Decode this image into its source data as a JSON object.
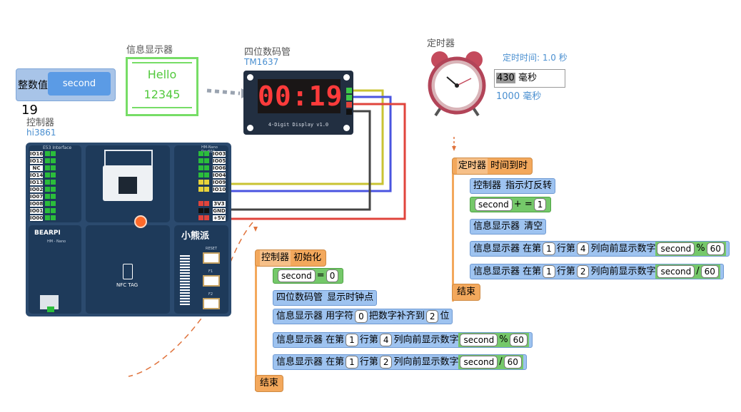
{
  "variable": {
    "label": "整数值",
    "name": "second",
    "value": "19"
  },
  "info_display": {
    "title": "信息显示器",
    "line1": "Hello",
    "line2": "12345"
  },
  "seven_seg": {
    "title": "四位数码管",
    "model": "TM1637",
    "digits": "00:19",
    "silk": "4-Digit Display      v1.0"
  },
  "timer": {
    "title": "定时器",
    "interval_label": "定时时间: 1.0 秒",
    "input_value": "430",
    "input_unit": "毫秒",
    "option": "1000 毫秒"
  },
  "controller": {
    "title": "控制器",
    "model": "hi3861",
    "header_title": "E53 Interface",
    "header_right": "HM-Nano Rev602",
    "left_pins": [
      "IO16",
      "IO12",
      "NC",
      "IO14",
      "IO13",
      "IO02",
      "IO07",
      "IO08",
      "IO01",
      "IO00"
    ],
    "right_pins": [
      "IO03",
      "IO05",
      "IO06",
      "IO04",
      "IO09",
      "IO10",
      "3V3",
      "GND",
      "+5V"
    ],
    "brand": "BEARPI",
    "sub_brand": "HM - Nano",
    "nfc_label": "NFC TAG",
    "cn_brand": "小熊派",
    "reset": "RESET",
    "f1": "F1",
    "f2": "F2"
  },
  "timer_script": {
    "hat": "定时器",
    "event": "时间到时",
    "blocks": [
      {
        "dev": "控制器",
        "action": "指示灯反转"
      },
      {
        "var": "second",
        "op": "+ =",
        "val": "1"
      },
      {
        "dev": "信息显示器",
        "action": "清空"
      },
      {
        "dev": "信息显示器",
        "at": "在第",
        "row": "1",
        "row_l": "行第",
        "col": "4",
        "col_l": "列向前显示数字",
        "var": "second",
        "op": "%",
        "val": "60"
      },
      {
        "dev": "信息显示器",
        "at": "在第",
        "row": "1",
        "row_l": "行第",
        "col": "2",
        "col_l": "列向前显示数字",
        "var": "second",
        "op": "/",
        "val": "60"
      }
    ],
    "end": "结束"
  },
  "init_script": {
    "hat": "控制器",
    "event": "初始化",
    "blocks": [
      {
        "var": "second",
        "op": "=",
        "val": "0"
      },
      {
        "dev": "四位数码管",
        "action": "显示时钟点"
      },
      {
        "dev": "信息显示器",
        "a1": "用字符",
        "v1": "0",
        "a2": "把数字补齐到",
        "v2": "2",
        "a3": "位"
      },
      {
        "dev": "信息显示器",
        "at": "在第",
        "row": "1",
        "row_l": "行第",
        "col": "4",
        "col_l": "列向前显示数字",
        "var": "second",
        "op": "%",
        "val": "60"
      },
      {
        "dev": "信息显示器",
        "at": "在第",
        "row": "1",
        "row_l": "行第",
        "col": "2",
        "col_l": "列向前显示数字",
        "var": "second",
        "op": "/",
        "val": "60"
      }
    ],
    "end": "结束"
  }
}
